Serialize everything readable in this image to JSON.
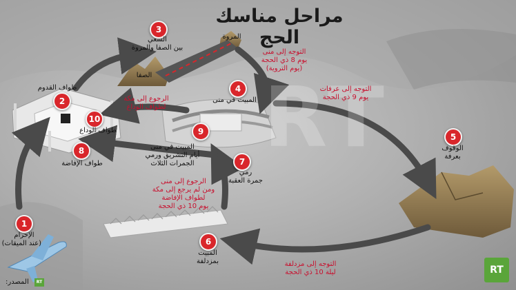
{
  "title": "مراحل مناسك الحج",
  "source_label": "المصدر:",
  "logo_text": "RT",
  "watermark_text": "RT",
  "steps": [
    {
      "num": "1",
      "label_l1": "الإحرام",
      "label_l2": "(عند الميقات)"
    },
    {
      "num": "2",
      "label_l1": "طواف القدوم"
    },
    {
      "num": "3",
      "label_l1": "السعي",
      "label_l2": "بين الصفا والمروة"
    },
    {
      "num": "4",
      "label_l1": "المبيت في منى"
    },
    {
      "num": "5",
      "label_l1": "الوقوف",
      "label_l2": "بعرفة"
    },
    {
      "num": "6",
      "label_l1": "المبيت",
      "label_l2": "بمزدلفة"
    },
    {
      "num": "7",
      "label_l1": "رمي",
      "label_l2": "جمرة العقبة"
    },
    {
      "num": "8",
      "label_l1": "طواف الإفاضة"
    },
    {
      "num": "9",
      "label_l1": "المبيت في منى",
      "label_l2": "أيام التشريق ورمي",
      "label_l3": "الجمرات الثلاث"
    },
    {
      "num": "10",
      "label_l1": "طواف الوداع"
    }
  ],
  "places": {
    "marwa": "المروة",
    "safa": "الصفا"
  },
  "transitions": {
    "to_mina_l1": "التوجه إلى منى",
    "to_mina_l2": "يوم 8 ذي الحجة",
    "to_mina_l3": "(يوم التروية)",
    "to_arafat_l1": "التوجه إلى عرفات",
    "to_arafat_l2": "يوم 9 ذي الحجة",
    "to_muzdalifah_l1": "التوجه إلى مزدلفة",
    "to_muzdalifah_l2": "ليلة 10 ذي الحجة",
    "return_mina_l1": "الرجوع إلى منى",
    "return_mina_l2": "ومن لم يرجع إلى مكة",
    "return_mina_l3": "لطواف الإفاضة",
    "return_mina_l4": "يوم 10 ذي الحجة",
    "return_mecca_l1": "الرجوع إلى مكة",
    "return_mecca_l2": "لطواف الوداع"
  },
  "colors": {
    "badge": "#d9262b",
    "arrow": "#4a4a4a",
    "red_text": "#c8102e",
    "logo": "#5aa53a"
  }
}
